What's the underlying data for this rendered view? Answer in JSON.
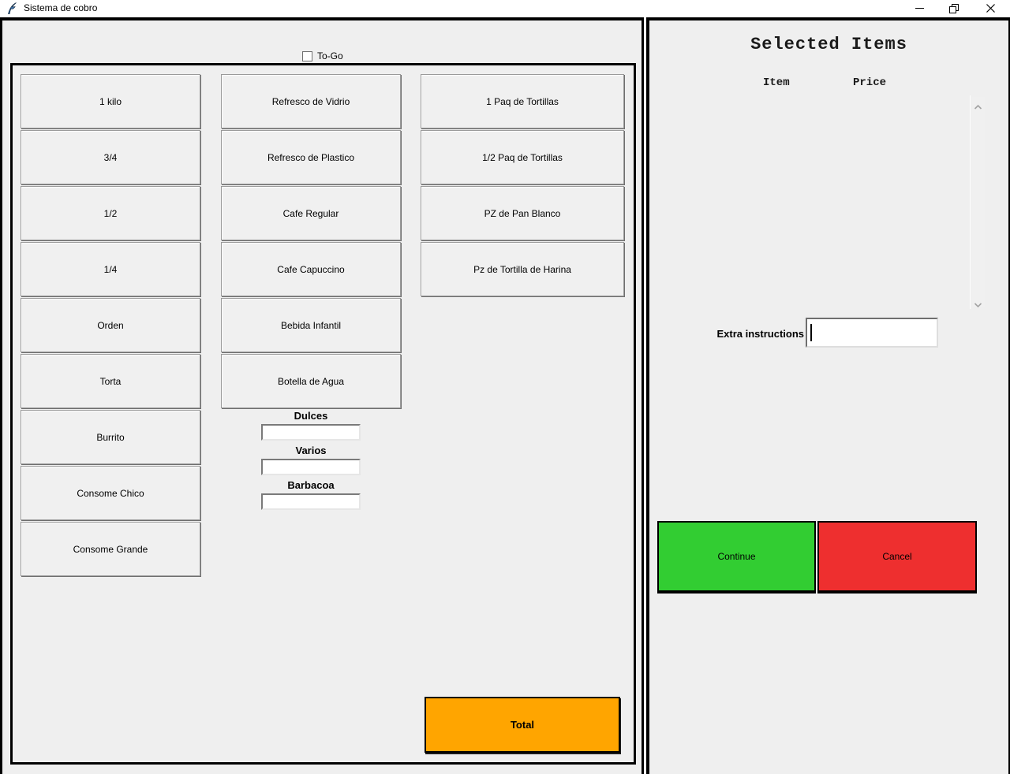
{
  "window": {
    "title": "Sistema de cobro"
  },
  "togo": {
    "label": "To-Go",
    "checked": false
  },
  "menu": {
    "col1": [
      "1 kilo",
      "3/4",
      "1/2",
      "1/4",
      "Orden",
      "Torta",
      "Burrito",
      "Consome Chico",
      "Consome Grande"
    ],
    "col2": [
      "Refresco de Vidrio",
      "Refresco de Plastico",
      "Cafe Regular",
      "Cafe Capuccino",
      "Bebida Infantil",
      "Botella de Agua"
    ],
    "col3": [
      "1 Paq de Tortillas",
      "1/2 Paq de Tortillas",
      "PZ de Pan Blanco",
      "Pz de Tortilla de Harina"
    ],
    "entries": [
      {
        "label": "Dulces",
        "value": ""
      },
      {
        "label": "Varios",
        "value": ""
      },
      {
        "label": "Barbacoa",
        "value": ""
      }
    ],
    "total_label": "Total"
  },
  "selected_items": {
    "title": "Selected Items",
    "columns": [
      "Item",
      "Price"
    ],
    "rows": [],
    "extra_instructions_label": "Extra instructions",
    "extra_instructions_value": "",
    "continue_label": "Continue",
    "cancel_label": "Cancel"
  },
  "colors": {
    "panel_bg": "#efefef",
    "continue": "#32cd32",
    "cancel": "#ee2f2f",
    "total": "#ffa500"
  }
}
